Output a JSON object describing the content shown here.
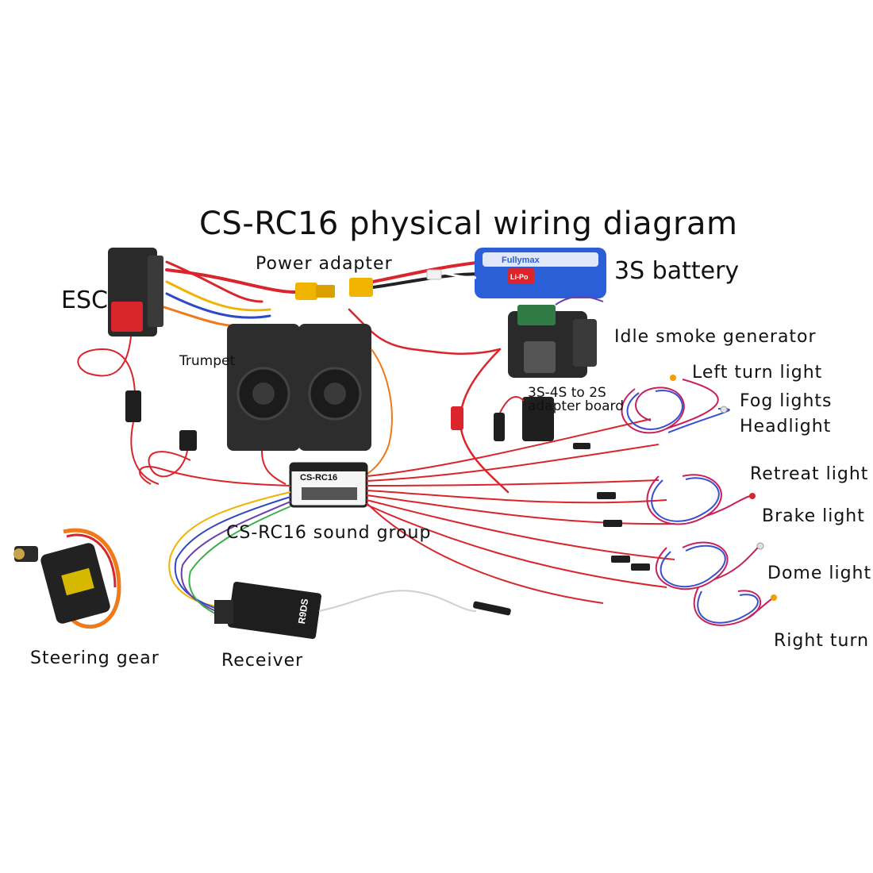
{
  "title": "CS-RC16 physical wiring diagram",
  "labels": {
    "esc": "ESC",
    "power_adapter": "Power adapter",
    "battery": "3S battery",
    "trumpet": "Trumpet",
    "smoke": "Idle smoke generator",
    "adapter_board_line1": "3S-4S to 2S",
    "adapter_board_line2": "adapter board",
    "left_turn": "Left turn light",
    "fog": "Fog lights",
    "headlight": "Headlight",
    "retreat": "Retreat light",
    "brake": "Brake light",
    "dome": "Dome light",
    "right_turn": "Right turn",
    "sound_group": "CS-RC16 sound group",
    "steering": "Steering gear",
    "receiver": "Receiver"
  },
  "printed_on_parts": {
    "battery_brand": "Fullymax",
    "battery_type": "Li-Po",
    "module_name": "CS-RC16",
    "receiver_model": "R9DS"
  },
  "colors": {
    "red_wire": "#d9252b",
    "yellow_wire": "#f0b400",
    "blue_wire": "#2f48c4",
    "orange_wire": "#f07a1a",
    "led_wire_red": "#c8205a",
    "led_wire_blue": "#3a4fd0",
    "black_part": "#2a2a2a",
    "battery_blue": "#2a5fd8"
  }
}
